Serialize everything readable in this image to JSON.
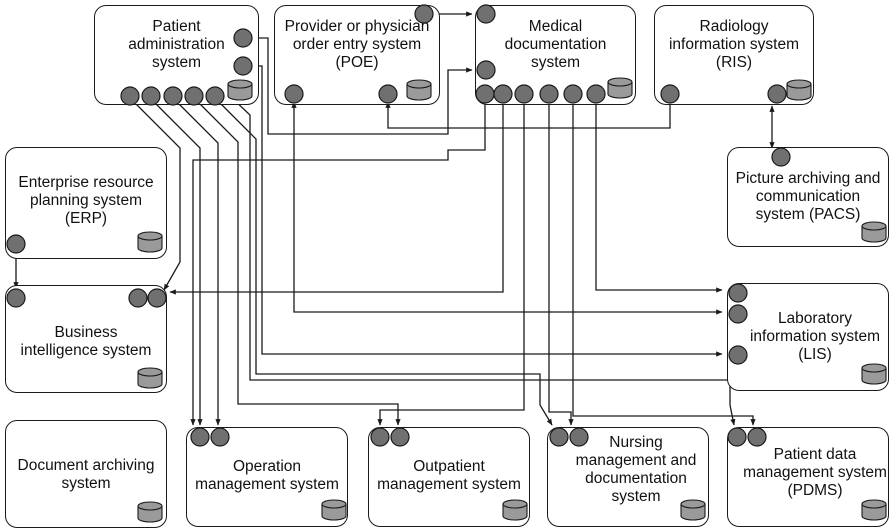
{
  "systems": {
    "pas": {
      "label": "Patient\nadministration\nsystem"
    },
    "poe": {
      "label": "Provider or physician\norder entry system\n(POE)"
    },
    "med": {
      "label": "Medical\ndocumentation\nsystem"
    },
    "ris": {
      "label": "Radiology\ninformation system\n(RIS)"
    },
    "erp": {
      "label": "Enterprise resource\nplanning system\n(ERP)"
    },
    "pacs": {
      "label": "Picture archiving and\ncommunication\nsystem (PACS)"
    },
    "bi": {
      "label": "Business\nintelligence system"
    },
    "lis": {
      "label": "Laboratory\ninformation system\n(LIS)"
    },
    "das": {
      "label": "Document archiving\nsystem"
    },
    "oms": {
      "label": "Operation\nmanagement system"
    },
    "ops": {
      "label": "Outpatient\nmanagement system"
    },
    "nms": {
      "label": "Nursing\nmanagement and\ndocumentation\nsystem"
    },
    "pdms": {
      "label": "Patient data\nmanagement system\n(PDMS)"
    }
  },
  "colors": {
    "line": "#1a1a1a",
    "port_fill": "#707070",
    "db_fill": "#9a9a9a"
  }
}
